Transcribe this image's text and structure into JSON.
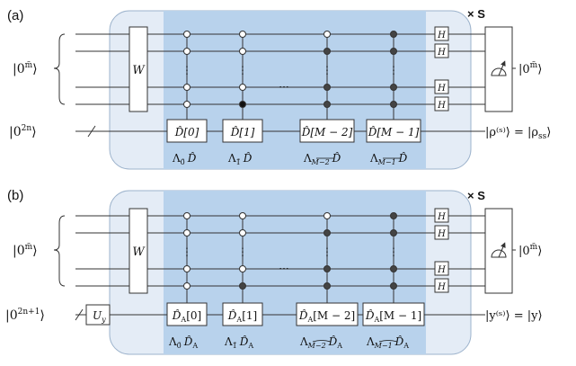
{
  "panels": [
    {
      "label": "(a)",
      "anc_state": "|0",
      "anc_state_sup": "m̃",
      "anc_state_close": "⟩",
      "sys_state": "|0",
      "sys_state_sup": "2n",
      "sys_state_close": "⟩",
      "w_gate": "W",
      "h_gate": "H",
      "ellipsis": "···",
      "vdots": "⋮",
      "repeat": "× S",
      "out_anc": "|0",
      "out_anc_sup": "m̃",
      "out_anc_close": "⟩",
      "out_sys": "|ρ⁽ˢ⁾⟩ = |ρ",
      "out_sys_sub": "ss",
      "out_sys_close": "⟩",
      "gates": [
        {
          "text": "D̂[0]",
          "caption": "Λ",
          "caption_sub": "0̃",
          "caption_op": "D̂"
        },
        {
          "text": "D̂[1]",
          "caption": "Λ",
          "caption_sub": "1̃",
          "caption_op": "D̂"
        },
        {
          "text": "D̂[M − 2]",
          "caption": "Λ",
          "caption_sub": "M−2",
          "caption_op": "D̂"
        },
        {
          "text": "D̂[M − 1]",
          "caption": "Λ",
          "caption_sub": "M−1",
          "caption_op": "D̂"
        }
      ]
    },
    {
      "label": "(b)",
      "anc_state": "|0",
      "anc_state_sup": "m̃",
      "anc_state_close": "⟩",
      "sys_state": "|0",
      "sys_state_sup": "2n+1",
      "sys_state_close": "⟩",
      "w_gate": "W",
      "h_gate": "H",
      "u_gate": "U",
      "u_gate_sub": "y",
      "ellipsis": "···",
      "vdots": "⋮",
      "repeat": "× S",
      "out_anc": "|0",
      "out_anc_sup": "m̃",
      "out_anc_close": "⟩",
      "out_sys": "|y⁽ˢ⁾⟩ = |y⟩",
      "gates": [
        {
          "text": "D̂",
          "text_sub": "A",
          "text_idx": "[0]",
          "caption": "Λ",
          "caption_sub": "0̃",
          "caption_op": "D̂",
          "caption_op_sub": "A"
        },
        {
          "text": "D̂",
          "text_sub": "A",
          "text_idx": "[1]",
          "caption": "Λ",
          "caption_sub": "1̃",
          "caption_op": "D̂",
          "caption_op_sub": "A"
        },
        {
          "text": "D̂",
          "text_sub": "A",
          "text_idx": "[M − 2]",
          "caption": "Λ",
          "caption_sub": "M−2",
          "caption_op": "D̂",
          "caption_op_sub": "A"
        },
        {
          "text": "D̂",
          "text_sub": "A",
          "text_idx": "[M − 1]",
          "caption": "Λ",
          "caption_sub": "M−1",
          "caption_op": "D̂",
          "caption_op_sub": "A"
        }
      ]
    }
  ],
  "colors": {
    "outer_bg": "#e4ecf6",
    "inner_bg": "#b8d2ec",
    "line": "#333333",
    "dot_fill": "#444444"
  }
}
